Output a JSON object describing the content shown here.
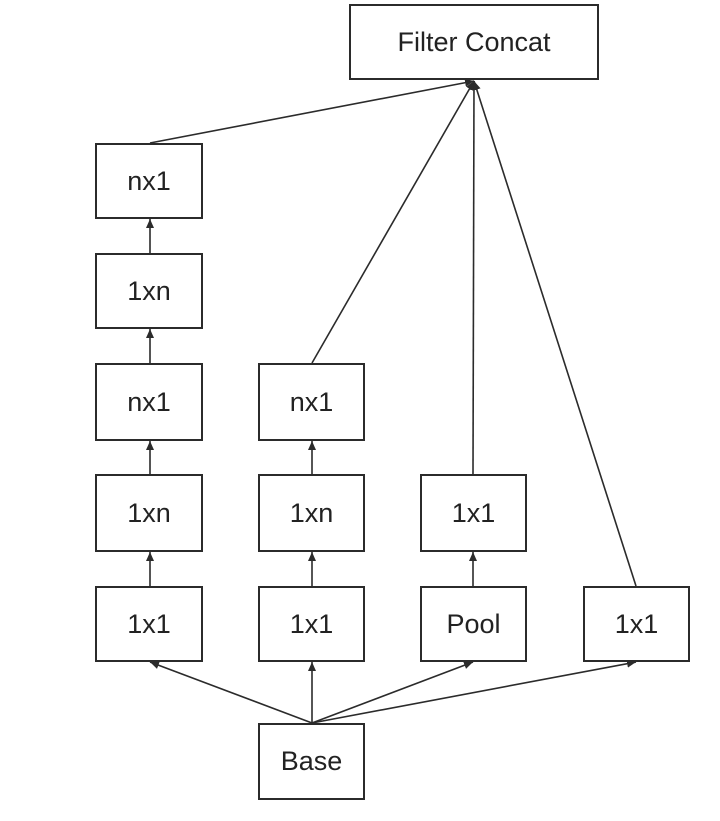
{
  "colors": {
    "stroke": "#2b2b2b",
    "text": "#222222",
    "background": "#ffffff"
  },
  "nodes": {
    "filter_concat": "Filter Concat",
    "b1_nx1_top": "nx1",
    "b1_1xn_top": "1xn",
    "b1_nx1_mid": "nx1",
    "b1_1xn_low": "1xn",
    "b1_1x1": "1x1",
    "b2_nx1": "nx1",
    "b2_1xn": "1xn",
    "b2_1x1": "1x1",
    "b3_1x1": "1x1",
    "b3_pool": "Pool",
    "b4_1x1": "1x1",
    "base": "Base"
  }
}
